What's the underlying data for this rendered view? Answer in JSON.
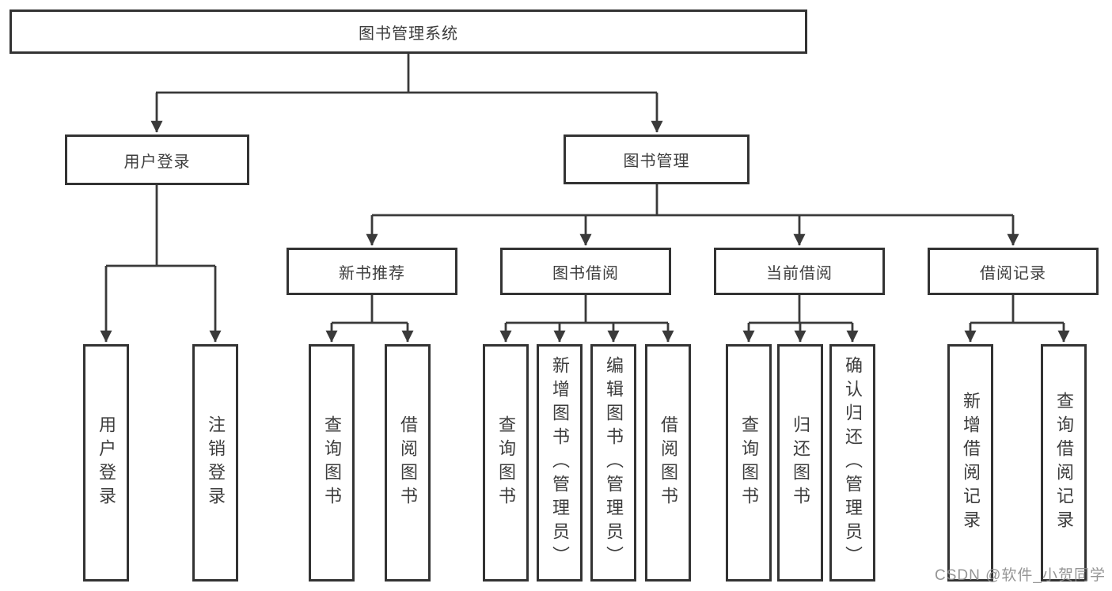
{
  "diagram_type": "hierarchy-flowchart",
  "hierarchy": {
    "label": "图书管理系统",
    "children": [
      {
        "label": "用户登录",
        "children": [
          {
            "label": "用户登录"
          },
          {
            "label": "注销登录"
          }
        ]
      },
      {
        "label": "图书管理",
        "children": [
          {
            "label": "新书推荐",
            "children": [
              {
                "label": "查询图书"
              },
              {
                "label": "借阅图书"
              }
            ]
          },
          {
            "label": "图书借阅",
            "children": [
              {
                "label": "查询图书"
              },
              {
                "label": "新增图书（管理员）"
              },
              {
                "label": "编辑图书（管理员）"
              },
              {
                "label": "借阅图书"
              }
            ]
          },
          {
            "label": "当前借阅",
            "children": [
              {
                "label": "查询图书"
              },
              {
                "label": "归还图书"
              },
              {
                "label": "确认归还（管理员）"
              }
            ]
          },
          {
            "label": "借阅记录",
            "children": [
              {
                "label": "新增借阅记录"
              },
              {
                "label": "查询借阅记录"
              }
            ]
          }
        ]
      }
    ]
  },
  "watermark": {
    "text": "CSDN @软件_小贺同学"
  },
  "colors": {
    "line": "#3a3a3a",
    "box_border": "#333333",
    "box_fill": "#ffffff",
    "text": "#3d3d3d",
    "watermark": "#8a8a8a",
    "background": "#ffffff"
  }
}
